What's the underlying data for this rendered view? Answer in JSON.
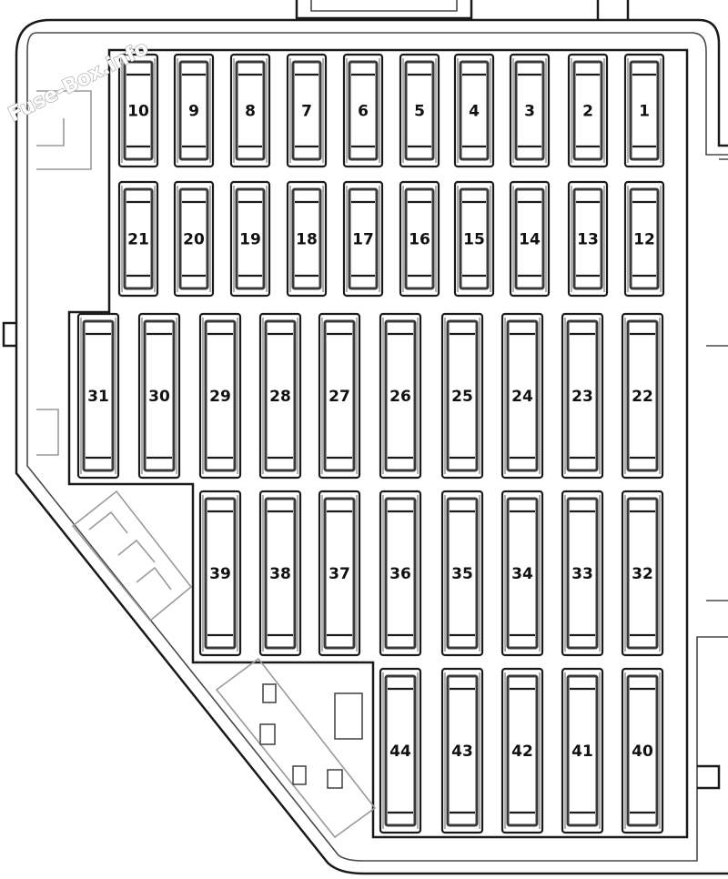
{
  "watermark": "Fuse-Box.info",
  "rows": [
    [
      "10",
      "9",
      "8",
      "7",
      "6",
      "5",
      "4",
      "3",
      "2",
      "1"
    ],
    [
      "21",
      "20",
      "19",
      "18",
      "17",
      "16",
      "15",
      "14",
      "13",
      "12"
    ],
    [
      "31",
      "30",
      "29",
      "28",
      "27",
      "26",
      "25",
      "24",
      "23",
      "22"
    ],
    [
      "39",
      "38",
      "37",
      "36",
      "35",
      "34",
      "33",
      "32"
    ],
    [
      "44",
      "43",
      "42",
      "41",
      "40"
    ]
  ]
}
